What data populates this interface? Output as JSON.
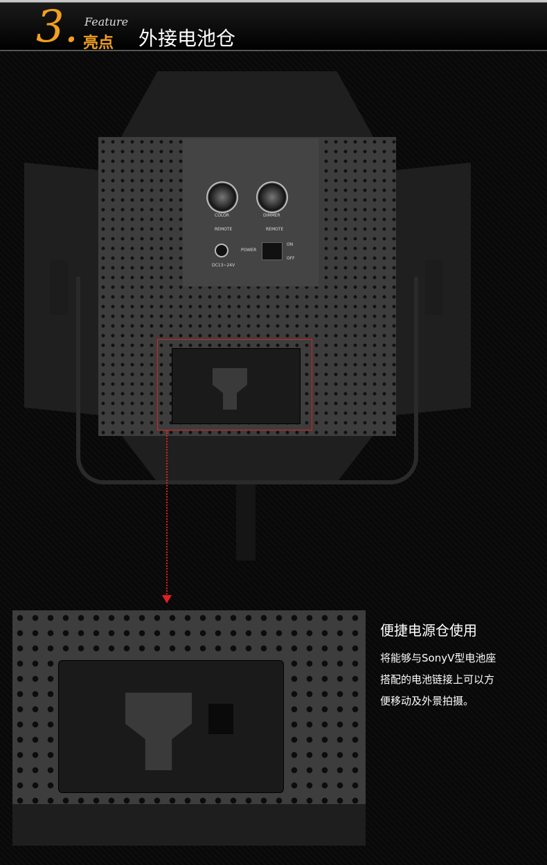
{
  "header": {
    "number": "3.",
    "feature_label": "Feature",
    "highlight_label": "亮点",
    "title": "外接电池仓"
  },
  "controls": {
    "color_label": "COLOR",
    "dimmer_label": "DIMMER",
    "remote_label": "REMOTE",
    "power_label": "POWER",
    "dc_label": "DC13~24V",
    "on_label": "ON",
    "off_label": "OFF"
  },
  "description": {
    "title": "便捷电源仓使用",
    "lines": [
      "将能够与SonyV型电池座",
      "搭配的电池链接上可以方",
      "便移动及外景拍摄。"
    ]
  },
  "colors": {
    "accent": "#f0a020",
    "highlight": "#e02020"
  }
}
